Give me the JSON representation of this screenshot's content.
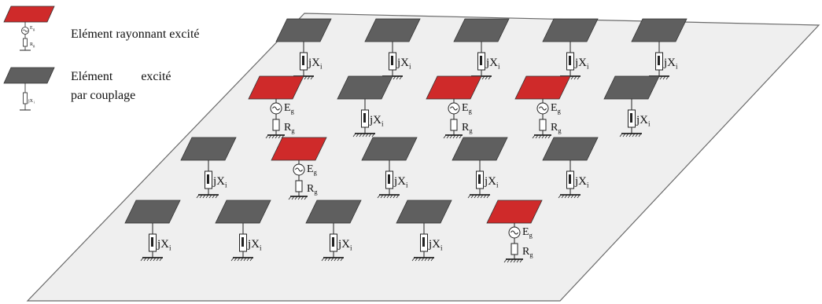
{
  "colors": {
    "ground_plane": "#efefef",
    "plane_edge": "#6a6a6a",
    "patch_excited": "#cf2a2a",
    "patch_coupled": "#5f5f5f",
    "circuit": "#222222"
  },
  "legend": {
    "excited_label": "Elément rayonnant excité",
    "coupled_label_line1": "Elément         excité",
    "coupled_label_line2": "par couplage",
    "mini_source_sub": "g",
    "mini_resistor_sub": "g",
    "mini_reactance": "jX",
    "mini_reactance_sub": "i"
  },
  "circuit_labels": {
    "reactance": "jX",
    "reactance_sub": "i",
    "source": "E",
    "source_sub": "g",
    "resistor": "R",
    "resistor_sub": "g"
  },
  "elements": [
    {
      "id": "r1c1",
      "type": "coupled"
    },
    {
      "id": "r1c2",
      "type": "coupled"
    },
    {
      "id": "r1c3",
      "type": "coupled"
    },
    {
      "id": "r1c4",
      "type": "coupled"
    },
    {
      "id": "r1c5",
      "type": "coupled"
    },
    {
      "id": "r2c1",
      "type": "excited"
    },
    {
      "id": "r2c2",
      "type": "coupled"
    },
    {
      "id": "r2c3",
      "type": "excited"
    },
    {
      "id": "r2c4",
      "type": "excited"
    },
    {
      "id": "r2c5",
      "type": "coupled"
    },
    {
      "id": "r3c1",
      "type": "coupled"
    },
    {
      "id": "r3c2",
      "type": "excited"
    },
    {
      "id": "r3c3",
      "type": "coupled"
    },
    {
      "id": "r3c4",
      "type": "coupled"
    },
    {
      "id": "r3c5",
      "type": "coupled"
    },
    {
      "id": "r4c1",
      "type": "coupled"
    },
    {
      "id": "r4c2",
      "type": "coupled"
    },
    {
      "id": "r4c3",
      "type": "coupled"
    },
    {
      "id": "r4c4",
      "type": "coupled"
    },
    {
      "id": "r4c5",
      "type": "excited"
    }
  ]
}
